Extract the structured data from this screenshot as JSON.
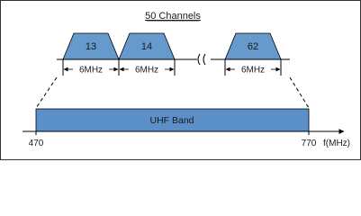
{
  "diagram": {
    "title": "50 Channels",
    "channels": [
      {
        "number": "13",
        "bandwidth": "6MHz"
      },
      {
        "number": "14",
        "bandwidth": "6MHz"
      },
      {
        "number": "62",
        "bandwidth": "6MHz"
      }
    ],
    "band_label": "UHF Band",
    "axis": {
      "start": "470",
      "end": "770",
      "unit_label": "f(MHz)"
    },
    "colors": {
      "channel_fill": "#6699cc",
      "band_fill": "#5b8fc8",
      "line": "#000000",
      "frame": "#333333"
    }
  }
}
